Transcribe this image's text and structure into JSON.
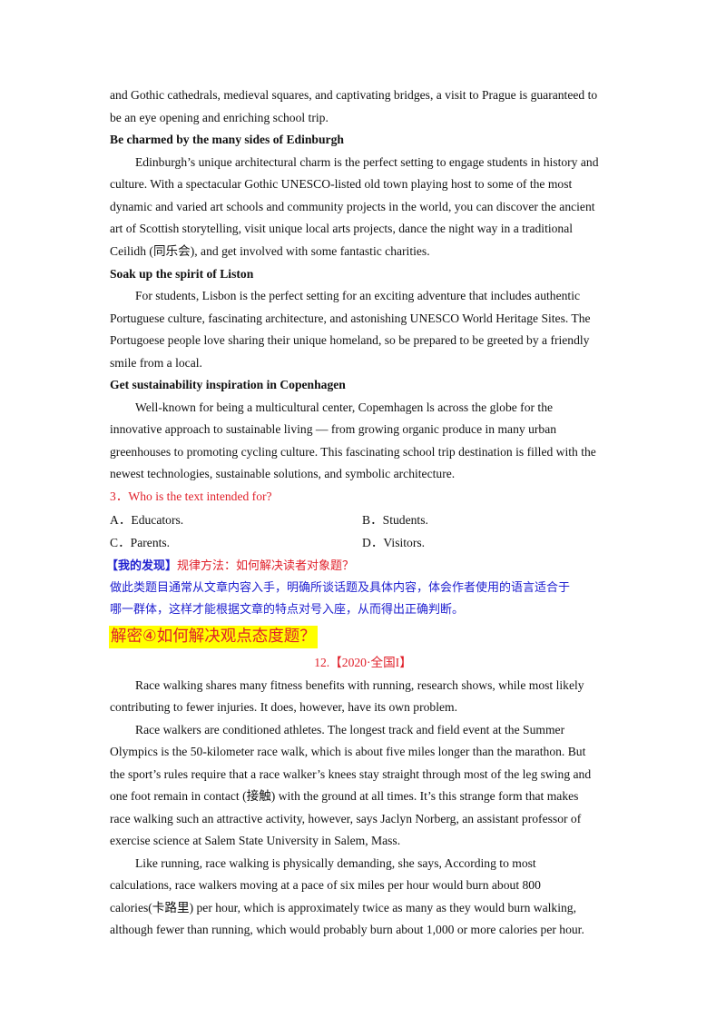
{
  "para_prague": [
    "and Gothic cathedrals, medieval squares, and captivating bridges, a visit to Prague is guaranteed to",
    "be an eye opening and enriching school trip."
  ],
  "heading_edinburgh": "Be charmed by the many sides of Edinburgh",
  "para_edinburgh": [
    "Edinburgh’s unique architectural charm is the perfect setting to engage students in history and",
    "culture. With a spectacular Gothic UNESCO-listed old town playing host to some of the most",
    "dynamic and varied art schools and community projects in the world, you can discover the ancient",
    "art of Scottish storytelling, visit unique local arts projects, dance the night way in a traditional",
    "Ceilidh (同乐会), and get involved with some fantastic charities."
  ],
  "heading_liston": "Soak up the spirit of Liston",
  "para_lisbon": [
    "For students, Lisbon is the perfect setting for an exciting adventure that includes authentic",
    "Portuguese culture, fascinating architecture, and astonishing UNESCO World Heritage Sites. The",
    "Portugoese people love sharing their unique homeland, so be prepared to be greeted by a friendly",
    "smile from a local."
  ],
  "heading_copenhagen": "Get sustainability inspiration in Copenhagen",
  "para_copenhagen": [
    "Well-known for being a multicultural center, Copemhagen ls across the globe for the",
    "innovative approach to sustainable living — from growing organic produce in many urban",
    "greenhouses to promoting cycling culture. This fascinating school trip destination is filled with the",
    "newest technologies, sustainable solutions, and symbolic architecture."
  ],
  "question3": "3．Who is the text intended for?",
  "options": {
    "a": "A．Educators.",
    "b": "B．Students.",
    "c": "C．Parents.",
    "d": "D．Visitors."
  },
  "discovery": {
    "tag": "【我的发现】",
    "line1_rest": "规律方法：如何解决读者对象题？",
    "line2": "做此类题目通常从文章内容入手，明确所谈话题及具体内容，体会作者使用的语言适合于",
    "line3": "哪一群体，这样才能根据文章的特点对号入座，从而得出正确判断。"
  },
  "section_heading": "解密④如何解决观点态度题？",
  "source": "12.【2020·全国I】",
  "para_race1": [
    "Race walking shares many fitness benefits with running, research shows, while most likely",
    "contributing to fewer injuries. It does, however, have its own problem."
  ],
  "para_race2": [
    "Race walkers are conditioned athletes. The longest track and field event at the Summer",
    "Olympics is the 50-kilometer race walk, which is about five miles longer than the marathon. But",
    "the sport’s rules require that a race walker’s knees stay straight through most of the leg swing and",
    "one foot remain in contact (接触) with the ground at all times. It’s this strange form that makes",
    "race walking such an attractive activity, however, says Jaclyn Norberg, an assistant professor of",
    "exercise science at Salem State University in Salem, Mass."
  ],
  "para_race3": [
    "Like running, race walking is physically demanding, she says, According to most",
    "calculations, race walkers moving at a pace of six miles per hour would burn about 800",
    "calories(卡路里) per hour, which is approximately twice as many as they would burn walking,",
    "although fewer than running, which would probably burn about 1,000 or more calories per hour."
  ]
}
